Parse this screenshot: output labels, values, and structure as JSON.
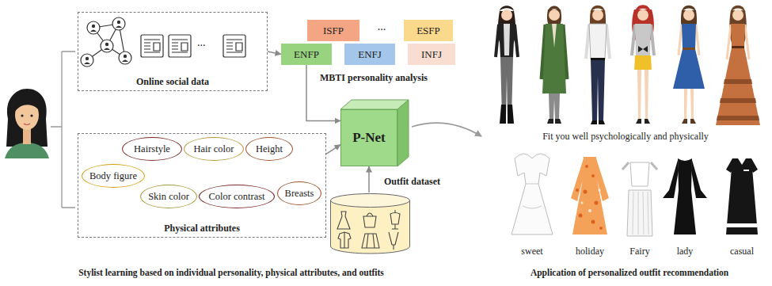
{
  "diagram": {
    "nodes": [
      {
        "text": [
          "Online social data"
        ]
      },
      {
        "text": [
          "ISFP"
        ]
      },
      {
        "text": [
          "ESFP"
        ]
      },
      {
        "text": [
          "ENFP"
        ]
      },
      {
        "text": [
          "ENFJ"
        ]
      },
      {
        "text": [
          "INFJ"
        ]
      },
      {
        "text": [
          "P-Net"
        ]
      },
      {
        "text": [
          "Physical attributes"
        ]
      },
      {
        "text": [
          "Hairstyle"
        ],
        "in": 7
      },
      {
        "text": [
          "Hair color"
        ],
        "in": 7
      },
      {
        "text": [
          "Height"
        ],
        "in": 7
      },
      {
        "text": [
          "Body figure"
        ],
        "in": 7
      },
      {
        "text": [
          "Skin color"
        ],
        "in": 7
      },
      {
        "text": [
          "Color contrast"
        ],
        "in": 7
      },
      {
        "text": [
          "Breasts"
        ],
        "in": 7
      },
      {
        "text": [
          "Outfit dataset"
        ]
      }
    ],
    "edges": [
      {
        "from": 0,
        "to": 3,
        "arrow": "to"
      },
      {
        "from": 3,
        "to": 6,
        "arrow": "to"
      },
      {
        "from": 7,
        "to": 6,
        "arrow": "to"
      },
      {
        "from": 15,
        "to": 6,
        "arrow": "to"
      }
    ],
    "labels": [
      "...",
      "...",
      "MBTI personality analysis",
      "Fit you well psychologically and physically",
      "sweet",
      "holiday",
      "Fairy",
      "lady",
      "casual",
      "Stylist learning based on individual personality, physical attributes, and outfits",
      "Application of personalized outfit recommendation"
    ]
  }
}
